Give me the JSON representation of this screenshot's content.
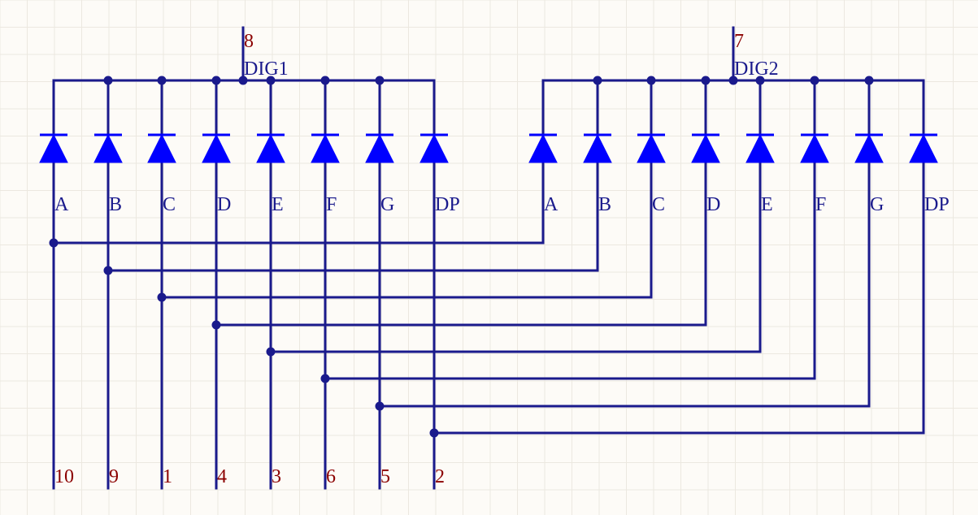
{
  "colors": {
    "background": "#fdfbf7",
    "grid": "#ece8e0",
    "wire": "#1a1a8c",
    "diode": "#0000ff",
    "label_blue": "#1a1a8c",
    "pin_number": "#8b0000"
  },
  "segments": [
    "A",
    "B",
    "C",
    "D",
    "E",
    "F",
    "G",
    "DP"
  ],
  "digits": [
    {
      "name": "DIG1",
      "pin": "8"
    },
    {
      "name": "DIG2",
      "pin": "7"
    }
  ],
  "pins": [
    "10",
    "9",
    "1",
    "4",
    "3",
    "6",
    "5",
    "2"
  ]
}
